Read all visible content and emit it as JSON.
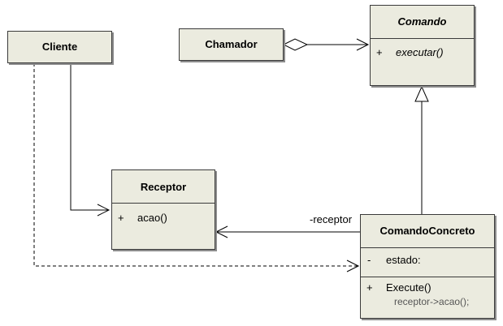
{
  "diagram": {
    "classes": {
      "cliente": {
        "name": "Cliente"
      },
      "chamador": {
        "name": "Chamador"
      },
      "comando": {
        "name": "Comando",
        "operations": [
          {
            "visibility": "+",
            "text": "executar()"
          }
        ]
      },
      "receptor": {
        "name": "Receptor",
        "operations": [
          {
            "visibility": "+",
            "text": "acao()"
          }
        ]
      },
      "comando_concreto": {
        "name": "ComandoConcreto",
        "attributes": [
          {
            "visibility": "-",
            "text": "estado:"
          }
        ],
        "operations": [
          {
            "visibility": "+",
            "text": "Execute()",
            "note": "receptor->acao();"
          }
        ]
      }
    },
    "relations": {
      "receptor_role": "-receptor"
    },
    "colors": {
      "class_fill": "#ebebdf",
      "border": "#3a3a3a",
      "shadow": "#8c8c8c"
    }
  }
}
